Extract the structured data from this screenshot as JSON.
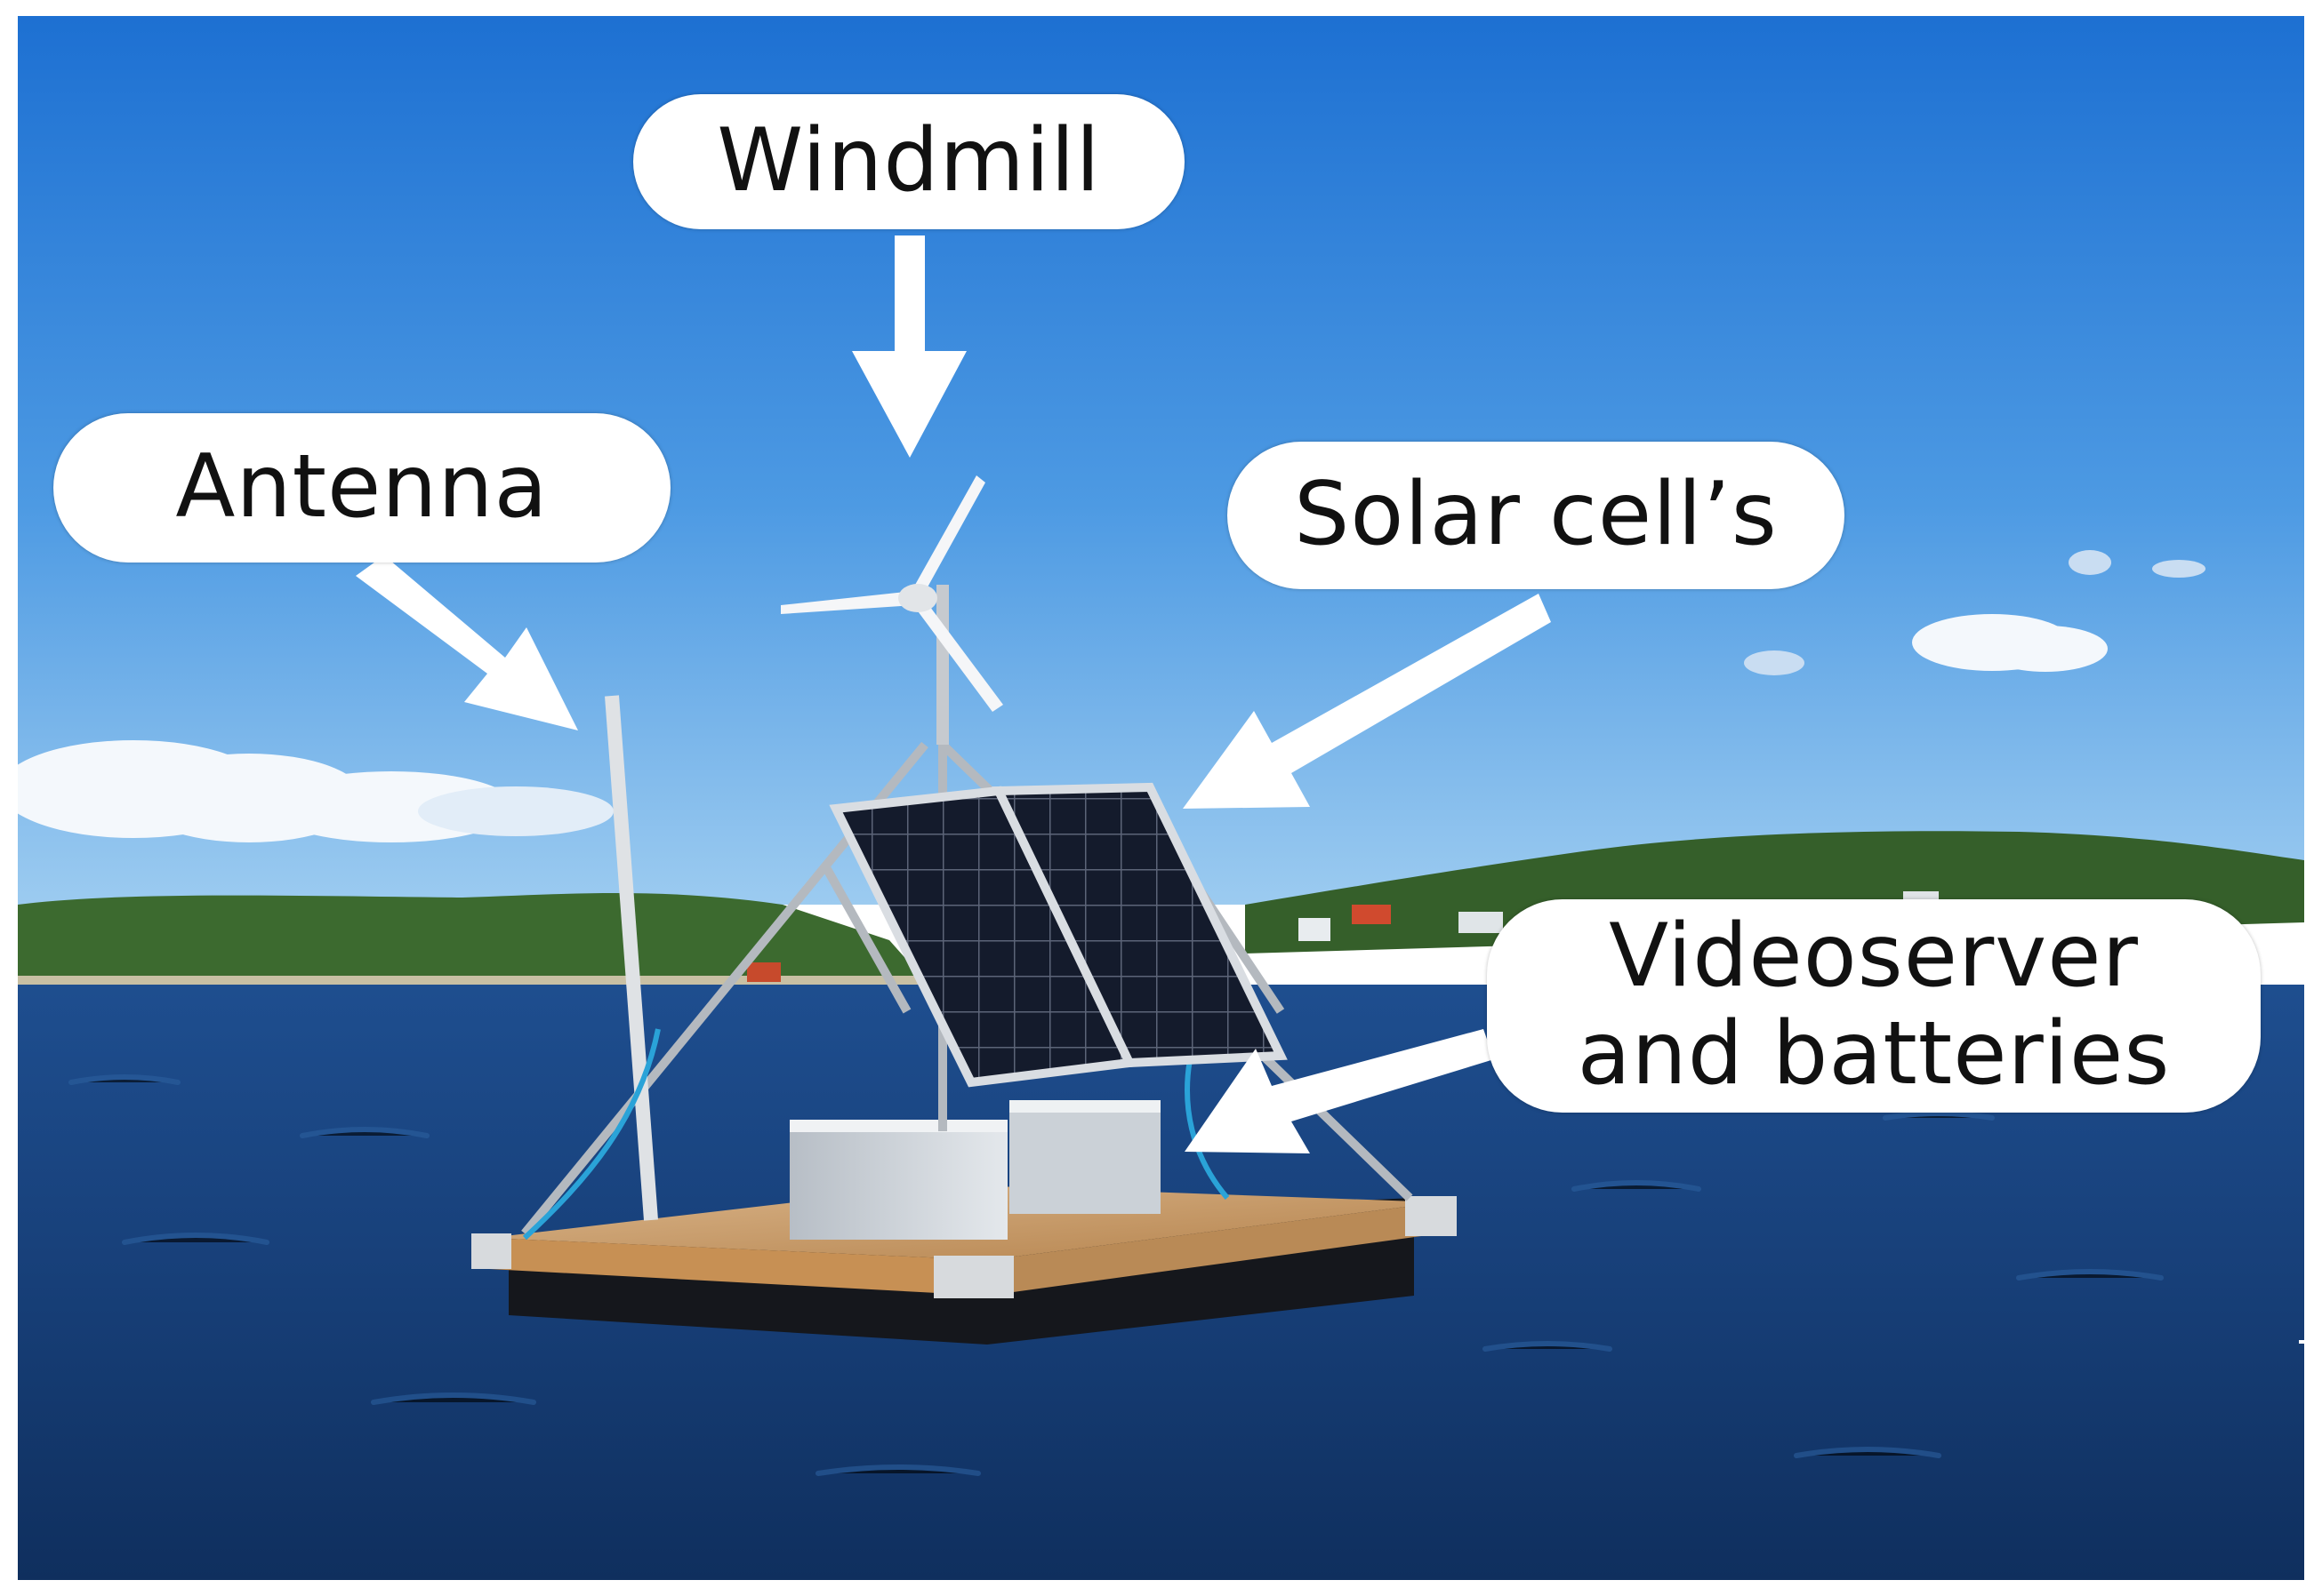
{
  "callouts": {
    "windmill": "Windmill",
    "antenna": "Antenna",
    "solar": "Solar cell’s",
    "video_line1": "Videoserver",
    "video_line2": "and batteries"
  },
  "colors": {
    "sky_top": "#1f73d4",
    "sky_bottom": "#8cc3ee",
    "sea": "#17427e",
    "hills": "#3f6a30",
    "deck": "#c99a63",
    "panel": "#151c2e"
  }
}
